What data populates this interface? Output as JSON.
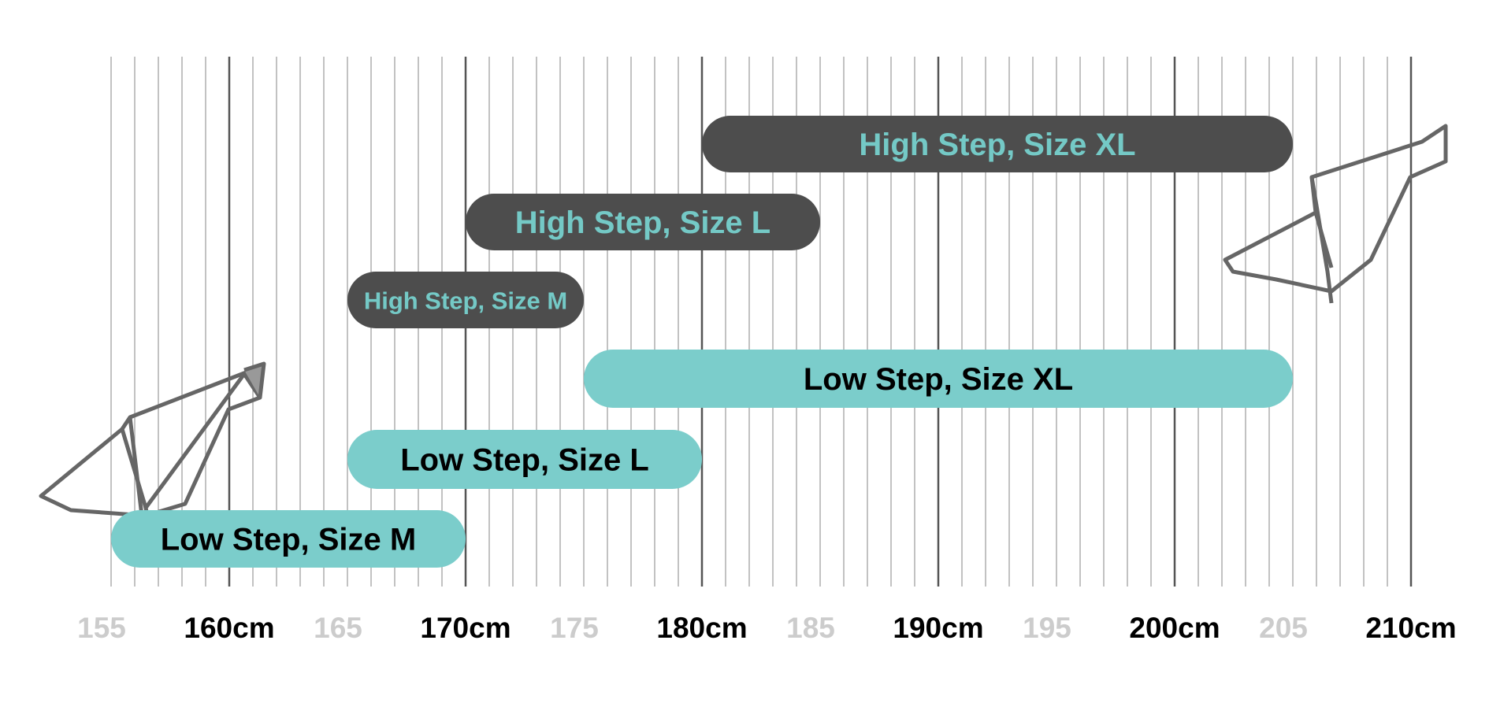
{
  "chart_data": {
    "type": "bar",
    "orientation": "horizontal-range",
    "xlim": [
      155,
      210
    ],
    "grid": true,
    "minor_grid_step": 1,
    "tick_labels": [
      {
        "value": 155,
        "label": "155",
        "major": false
      },
      {
        "value": 160,
        "label": "160cm",
        "major": true
      },
      {
        "value": 165,
        "label": "165",
        "major": false
      },
      {
        "value": 170,
        "label": "170cm",
        "major": true
      },
      {
        "value": 175,
        "label": "175",
        "major": false
      },
      {
        "value": 180,
        "label": "180cm",
        "major": true
      },
      {
        "value": 185,
        "label": "185",
        "major": false
      },
      {
        "value": 190,
        "label": "190cm",
        "major": true
      },
      {
        "value": 195,
        "label": "195",
        "major": false
      },
      {
        "value": 200,
        "label": "200cm",
        "major": true
      },
      {
        "value": 205,
        "label": "205",
        "major": false
      },
      {
        "value": 210,
        "label": "210cm",
        "major": true
      }
    ],
    "bars": [
      {
        "label": "High Step, Size XL",
        "start": 180,
        "end": 205,
        "style": "high"
      },
      {
        "label": "High Step, Size L",
        "start": 170,
        "end": 185,
        "style": "high"
      },
      {
        "label": "High Step, Size M",
        "start": 165,
        "end": 175,
        "style": "high",
        "small": true
      },
      {
        "label": "Low Step, Size XL",
        "start": 175,
        "end": 205,
        "style": "low"
      },
      {
        "label": "Low Step, Size L",
        "start": 165,
        "end": 180,
        "style": "low"
      },
      {
        "label": "Low Step, Size M",
        "start": 155,
        "end": 170,
        "style": "low"
      }
    ]
  },
  "colors": {
    "high_bar": "#4d4d4d",
    "high_text": "#74c9c6",
    "low_bar": "#7bcdcb",
    "low_text": "#000000",
    "major_tick_text": "#000000",
    "minor_tick_text": "#cccccc",
    "grid_minor": "#9a9a9a",
    "grid_major": "#555555"
  },
  "illustrations": [
    "low-step-frame-icon",
    "high-step-frame-icon"
  ]
}
